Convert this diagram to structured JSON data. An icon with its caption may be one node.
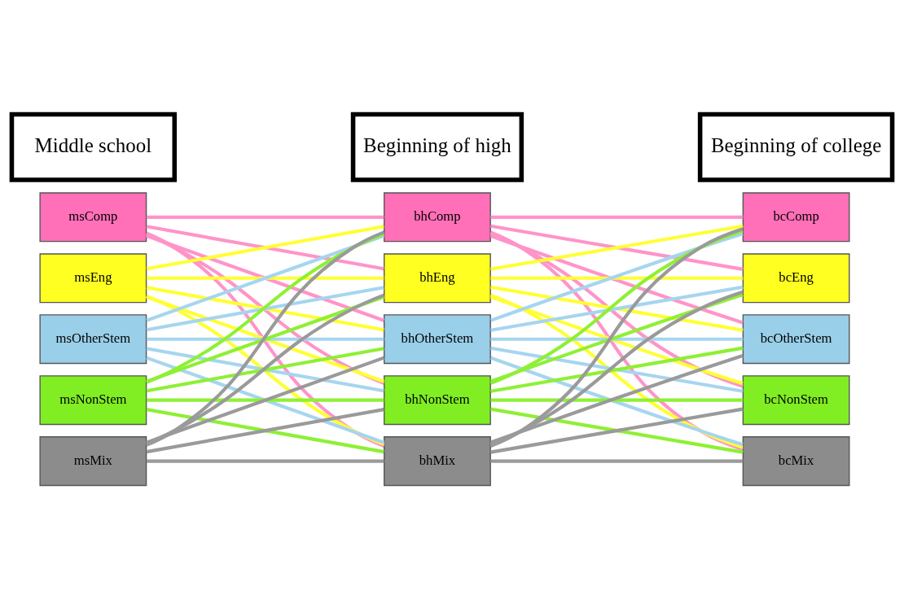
{
  "diagram": {
    "nodes": [
      {
        "text": [
          "Middle school"
        ]
      },
      {
        "text": [
          "Beginning of high"
        ]
      },
      {
        "text": [
          "Beginning of college"
        ]
      },
      {
        "text": [
          "msComp"
        ]
      },
      {
        "text": [
          "msEng"
        ]
      },
      {
        "text": [
          "msOtherStem"
        ]
      },
      {
        "text": [
          "msNonStem"
        ]
      },
      {
        "text": [
          "msMix"
        ]
      },
      {
        "text": [
          "bhComp"
        ]
      },
      {
        "text": [
          "bhEng"
        ]
      },
      {
        "text": [
          "bhOtherStem"
        ]
      },
      {
        "text": [
          "bhNonStem"
        ]
      },
      {
        "text": [
          "bhMix"
        ]
      },
      {
        "text": [
          "bcComp"
        ]
      },
      {
        "text": [
          "bcEng"
        ]
      },
      {
        "text": [
          "bcOtherStem"
        ]
      },
      {
        "text": [
          "bcNonStem"
        ]
      },
      {
        "text": [
          "bcMix"
        ]
      }
    ],
    "edges": [
      {
        "from": 3,
        "to": 8,
        "arrow": "none",
        "color": "#ff94c9"
      },
      {
        "from": 3,
        "to": 9,
        "arrow": "none",
        "color": "#ff94c9"
      },
      {
        "from": 3,
        "to": 10,
        "arrow": "none",
        "color": "#ff94c9"
      },
      {
        "from": 3,
        "to": 11,
        "arrow": "none",
        "color": "#ff94c9"
      },
      {
        "from": 3,
        "to": 12,
        "arrow": "none",
        "color": "#ff94c9"
      },
      {
        "from": 4,
        "to": 8,
        "arrow": "none",
        "color": "#ffff33"
      },
      {
        "from": 4,
        "to": 9,
        "arrow": "none",
        "color": "#ffff33"
      },
      {
        "from": 4,
        "to": 10,
        "arrow": "none",
        "color": "#ffff33"
      },
      {
        "from": 4,
        "to": 11,
        "arrow": "none",
        "color": "#ffff33"
      },
      {
        "from": 4,
        "to": 12,
        "arrow": "none",
        "color": "#ffff33"
      },
      {
        "from": 5,
        "to": 8,
        "arrow": "none",
        "color": "#a6d5ef"
      },
      {
        "from": 5,
        "to": 9,
        "arrow": "none",
        "color": "#a6d5ef"
      },
      {
        "from": 5,
        "to": 10,
        "arrow": "none",
        "color": "#a6d5ef"
      },
      {
        "from": 5,
        "to": 11,
        "arrow": "none",
        "color": "#a6d5ef"
      },
      {
        "from": 5,
        "to": 12,
        "arrow": "none",
        "color": "#a6d5ef"
      },
      {
        "from": 6,
        "to": 8,
        "arrow": "none",
        "color": "#8ef034"
      },
      {
        "from": 6,
        "to": 9,
        "arrow": "none",
        "color": "#8ef034"
      },
      {
        "from": 6,
        "to": 10,
        "arrow": "none",
        "color": "#8ef034"
      },
      {
        "from": 6,
        "to": 11,
        "arrow": "none",
        "color": "#8ef034"
      },
      {
        "from": 6,
        "to": 12,
        "arrow": "none",
        "color": "#8ef034"
      },
      {
        "from": 7,
        "to": 8,
        "arrow": "none",
        "color": "#9a9a9a"
      },
      {
        "from": 7,
        "to": 9,
        "arrow": "none",
        "color": "#9a9a9a"
      },
      {
        "from": 7,
        "to": 10,
        "arrow": "none",
        "color": "#9a9a9a"
      },
      {
        "from": 7,
        "to": 11,
        "arrow": "none",
        "color": "#9a9a9a"
      },
      {
        "from": 7,
        "to": 12,
        "arrow": "none",
        "color": "#9a9a9a"
      },
      {
        "from": 8,
        "to": 13,
        "arrow": "none",
        "color": "#ff94c9"
      },
      {
        "from": 8,
        "to": 14,
        "arrow": "none",
        "color": "#ff94c9"
      },
      {
        "from": 8,
        "to": 15,
        "arrow": "none",
        "color": "#ff94c9"
      },
      {
        "from": 8,
        "to": 16,
        "arrow": "none",
        "color": "#ff94c9"
      },
      {
        "from": 8,
        "to": 17,
        "arrow": "none",
        "color": "#ff94c9"
      },
      {
        "from": 9,
        "to": 13,
        "arrow": "none",
        "color": "#ffff33"
      },
      {
        "from": 9,
        "to": 14,
        "arrow": "none",
        "color": "#ffff33"
      },
      {
        "from": 9,
        "to": 15,
        "arrow": "none",
        "color": "#ffff33"
      },
      {
        "from": 9,
        "to": 16,
        "arrow": "none",
        "color": "#ffff33"
      },
      {
        "from": 9,
        "to": 17,
        "arrow": "none",
        "color": "#ffff33"
      },
      {
        "from": 10,
        "to": 13,
        "arrow": "none",
        "color": "#a6d5ef"
      },
      {
        "from": 10,
        "to": 14,
        "arrow": "none",
        "color": "#a6d5ef"
      },
      {
        "from": 10,
        "to": 15,
        "arrow": "none",
        "color": "#a6d5ef"
      },
      {
        "from": 10,
        "to": 16,
        "arrow": "none",
        "color": "#a6d5ef"
      },
      {
        "from": 10,
        "to": 17,
        "arrow": "none",
        "color": "#a6d5ef"
      },
      {
        "from": 11,
        "to": 13,
        "arrow": "none",
        "color": "#8ef034"
      },
      {
        "from": 11,
        "to": 14,
        "arrow": "none",
        "color": "#8ef034"
      },
      {
        "from": 11,
        "to": 15,
        "arrow": "none",
        "color": "#8ef034"
      },
      {
        "from": 11,
        "to": 16,
        "arrow": "none",
        "color": "#8ef034"
      },
      {
        "from": 11,
        "to": 17,
        "arrow": "none",
        "color": "#8ef034"
      },
      {
        "from": 12,
        "to": 13,
        "arrow": "none",
        "color": "#9a9a9a"
      },
      {
        "from": 12,
        "to": 14,
        "arrow": "none",
        "color": "#9a9a9a"
      },
      {
        "from": 12,
        "to": 15,
        "arrow": "none",
        "color": "#9a9a9a"
      },
      {
        "from": 12,
        "to": 16,
        "arrow": "none",
        "color": "#9a9a9a"
      },
      {
        "from": 12,
        "to": 17,
        "arrow": "none",
        "color": "#9a9a9a"
      }
    ]
  }
}
